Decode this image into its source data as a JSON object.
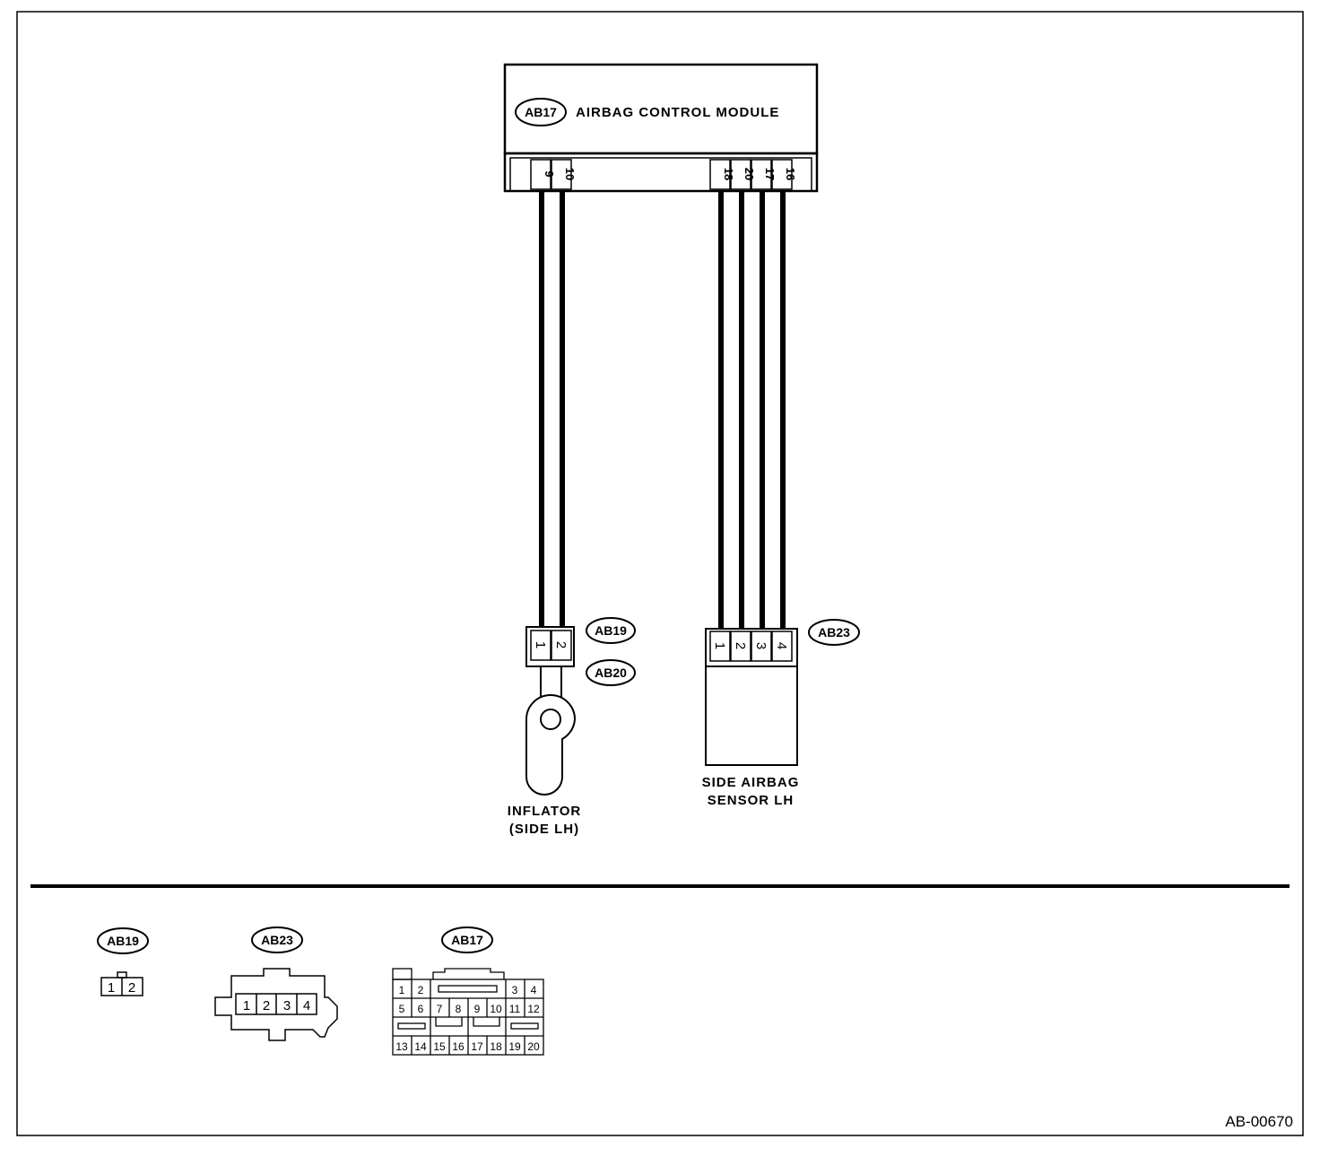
{
  "figure_id": "AB-00670",
  "control_module": {
    "connector": "AB17",
    "label": "AIRBAG CONTROL MODULE",
    "pins": [
      "9",
      "10",
      "18",
      "20",
      "17",
      "16"
    ]
  },
  "inflator": {
    "connector": "AB19",
    "connector2": "AB20",
    "pins": [
      "1",
      "2"
    ],
    "label_line1": "INFLATOR",
    "label_line2": "(SIDE LH)"
  },
  "side_sensor": {
    "connector": "AB23",
    "pins": [
      "1",
      "2",
      "3",
      "4"
    ],
    "label_line1": "SIDE AIRBAG",
    "label_line2": "SENSOR LH"
  },
  "legend": {
    "ab19": {
      "tag": "AB19",
      "pins": [
        "1",
        "2"
      ]
    },
    "ab23": {
      "tag": "AB23",
      "pins": [
        "1",
        "2",
        "3",
        "4"
      ]
    },
    "ab17": {
      "tag": "AB17",
      "row1": [
        "1",
        "2",
        "3",
        "4"
      ],
      "row2": [
        "5",
        "6",
        "7",
        "8",
        "9",
        "10",
        "11",
        "12"
      ],
      "row4": [
        "13",
        "14",
        "15",
        "16",
        "17",
        "18",
        "19",
        "20"
      ]
    }
  }
}
